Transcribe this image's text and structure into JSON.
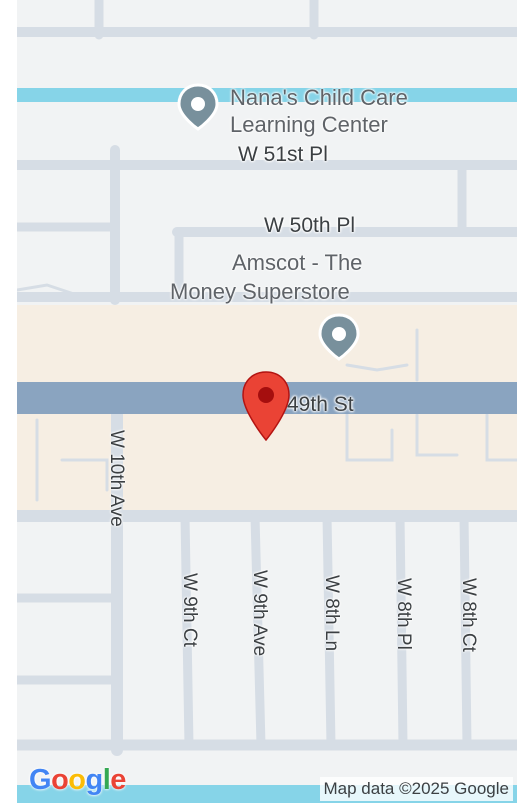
{
  "map": {
    "pois": [
      {
        "name": "Nana's Child Care",
        "name_line2": "Learning Center"
      },
      {
        "name": "Amscot - The",
        "name_line2": "Money Superstore"
      }
    ],
    "streets": {
      "w51st": "W 51st Pl",
      "w50th": "W 50th Pl",
      "main": "49th St",
      "w10th_ave": "W 10th Ave",
      "w9th_ct": "W 9th Ct",
      "w9th_ave": "W 9th Ave",
      "w8th_ln": "W 8th Ln",
      "w8th_pl": "W 8th Pl",
      "w8th_ct": "W 8th Ct"
    },
    "attribution": "Map data ©2025 Google",
    "logo": {
      "letters": [
        "G",
        "o",
        "o",
        "g",
        "l",
        "e"
      ],
      "colors": [
        "#4285f4",
        "#ea4335",
        "#fbbc05",
        "#4285f4",
        "#34a853",
        "#ea4335"
      ]
    },
    "colors": {
      "background": "#f1f3f4",
      "road": "#d6dde5",
      "arterial": "#8aa4c0",
      "commercial": "#f6eee3",
      "water": "#86d4e8",
      "pin": "#ea4335",
      "poi": "#78909c"
    }
  }
}
